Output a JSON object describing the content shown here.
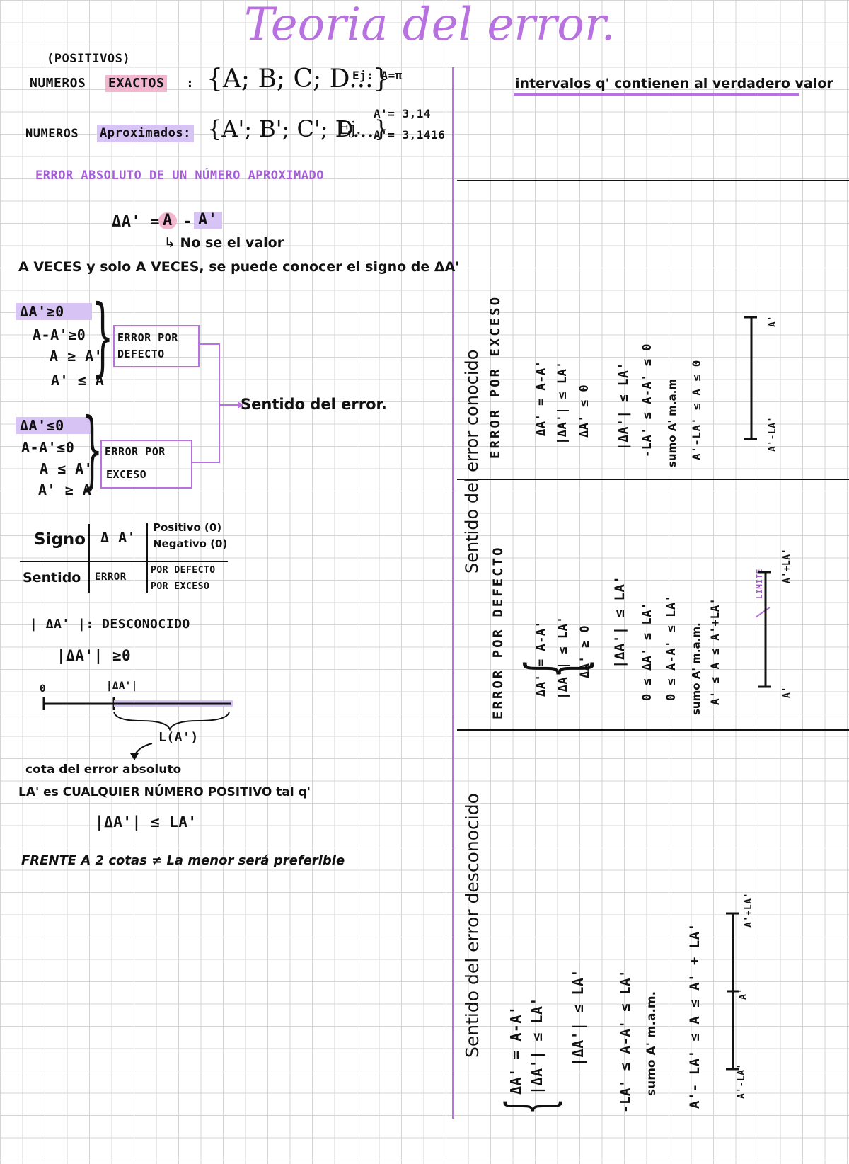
{
  "title": "Teoria del error.",
  "left": {
    "positivos": "(POSITIVOS)",
    "exactos_label_a": "NUMEROS",
    "exactos_label_b": "EXACTOS",
    "exactos_colon": ":",
    "exactos_set": "{A; B; C; D...}",
    "exactos_ej": "Ej: A=π",
    "aprox_label_a": "NUMEROS",
    "aprox_label_b": "Aproximados:",
    "aprox_set": "{A'; B'; C'; D...}",
    "aprox_ej": "Ej.",
    "aprox_ex1": "A'= 3,14",
    "aprox_ex2": "A'= 3,1416",
    "error_abs_title": "ERROR ABSOLUTO DE UN NÚMERO APROXIMADO",
    "formula_left": "ΔA' =",
    "formula_a": "A",
    "formula_minus": "-",
    "formula_b": "A'",
    "no_se_valor": "↳ No se el valor",
    "a_veces": "A VECES y solo A VECES, se puede conocer el signo de ΔA'",
    "case1": [
      "ΔA'≥0",
      "A-A'≥0",
      "A ≥ A'",
      "A' ≤ A"
    ],
    "case1_box": [
      "ERROR POR",
      "DEFECTO"
    ],
    "case2": [
      "ΔA'≤0",
      "A-A'≤0",
      "A ≤ A'",
      "A' ≥ A"
    ],
    "case2_box": [
      "ERROR POR",
      "EXCESO"
    ],
    "sentido_del_error": "Sentido del error.",
    "table": {
      "h1": "Signo",
      "h2": "Δ A'",
      "h3a": "Positivo (0)",
      "h3b": "Negativo (0)",
      "r1": "Sentido",
      "r2": "ERROR",
      "r3a": "POR DEFECTO",
      "r3b": "POR EXCESO"
    },
    "desconocido": "| ΔA' |: DESCONOCIDO",
    "abs_ge0": "|ΔA'| ≥0",
    "line_zero": "0",
    "line_mark": "|ΔA'|",
    "line_L": "L(A')",
    "cota": "cota del error absoluto",
    "la_es": "LA' es CUALQUIER NÚMERO POSITIVO tal q'",
    "la_ineq": "|ΔA'| ≤ LA'",
    "frente": "FRENTE A 2 cotas ≠ La menor será preferible"
  },
  "right": {
    "intervalos": "intervalos q' contienen al verdadero valor",
    "sentido_conocido": "Sentido del error conocido",
    "exceso_title": "ERROR POR EXCESO",
    "exceso_lines": [
      "ΔA' = A-A'",
      "|ΔA'| ≤ LA'",
      "ΔA' ≤ 0"
    ],
    "exceso_lines2": [
      "|ΔA'| ≤ LA'",
      "-LA' ≤ A-A' ≤ 0",
      "sumo A' m.a.m",
      "A'-LA' ≤ A ≤ 0"
    ],
    "exceso_ends": [
      "A'-LA'",
      "A'"
    ],
    "defecto_title": "ERROR POR DEFECTO",
    "defecto_lines": [
      "ΔA' = A-A'",
      "|ΔA'| ≤ LA'",
      "ΔA' ≥ 0"
    ],
    "defecto_lines2": [
      "|ΔA'| ≤ LA'",
      "0 ≤ ΔA' ≤ LA'",
      "0 ≤ A-A' ≤ LA'",
      "sumo A' m.a.m.",
      "A' ≤ A ≤ A'+LA'"
    ],
    "defecto_ends": [
      "A'",
      "A'+LA'"
    ],
    "limite": "LIMITE",
    "desconocido_title": "Sentido del error desconocido",
    "desc_lines": [
      "ΔA' = A-A'",
      "|ΔA'| ≤ LA'"
    ],
    "desc_abs": "|ΔA'| ≤ LA'",
    "desc_ineq": "-LA' ≤ A-A' ≤ LA'",
    "desc_sumo": "sumo A' m.a.m.",
    "desc_final": "A'- LA' ≤ A ≤ A' + LA'",
    "desc_ends": [
      "A'-LA'",
      "A'",
      "A'+LA'"
    ]
  }
}
